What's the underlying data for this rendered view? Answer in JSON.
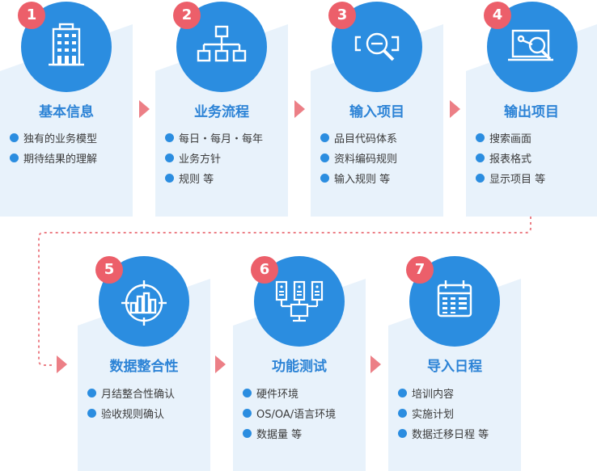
{
  "steps": [
    {
      "number": "1",
      "title": "基本信息",
      "items": [
        "独有的业务模型",
        "期待结果的理解"
      ],
      "icon": "office-building-icon"
    },
    {
      "number": "2",
      "title": "业务流程",
      "items": [
        "每日・每月・每年",
        "业务方针",
        "规则 等"
      ],
      "icon": "flowchart-icon"
    },
    {
      "number": "3",
      "title": "输入项目",
      "items": [
        "品目代码体系",
        "资料编码规则",
        "输入规则 等"
      ],
      "icon": "search-input-icon"
    },
    {
      "number": "4",
      "title": "输出项目",
      "items": [
        "搜索画面",
        "报表格式",
        "显示项目 等"
      ],
      "icon": "laptop-search-icon"
    },
    {
      "number": "5",
      "title": "数据整合性",
      "items": [
        "月结整合性确认",
        "验收规则确认"
      ],
      "icon": "target-crosshair-icon"
    },
    {
      "number": "6",
      "title": "功能测试",
      "items": [
        "硬件环境",
        "OS/OA/语言环境",
        "数据量 等"
      ],
      "icon": "servers-network-icon"
    },
    {
      "number": "7",
      "title": "导入日程",
      "items": [
        "培训内容",
        "实施计划",
        "数据迁移日程 等"
      ],
      "icon": "calendar-icon"
    }
  ],
  "colors": {
    "accent": "#2b8de0",
    "badge": "#ec5f6a",
    "card": "#e8f2fb",
    "title": "#2c83d6",
    "arrow": "#ec7f86"
  }
}
